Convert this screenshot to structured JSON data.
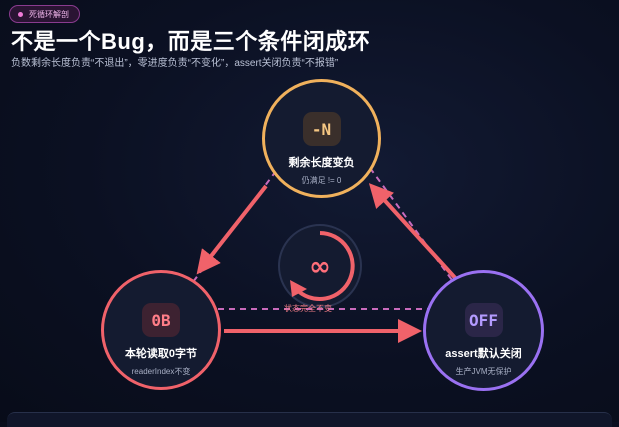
{
  "tag": {
    "text": "死循环解剖"
  },
  "title": "不是一个Bug，而是三个条件闭成环",
  "subtitle": "负数剩余长度负责“不退出”，零进度负责“不变化”，assert关闭负责“不报错”",
  "nodes": {
    "top": {
      "badge": "-N",
      "label": "剩余长度变负",
      "sub": "仍满足 != 0"
    },
    "left": {
      "badge": "0B",
      "label": "本轮读取0字节",
      "sub": "readerIndex不变"
    },
    "right": {
      "badge": "OFF",
      "label": "assert默认关闭",
      "sub": "生产JVM无保护"
    }
  },
  "center": {
    "symbol": "∞",
    "label": "状态完全不变"
  },
  "colors": {
    "orange": "#f0b15c",
    "red": "#f0626a",
    "purple": "#9a71f2",
    "arrow": "#f0626a",
    "dash_pink": "#e97ad6"
  }
}
